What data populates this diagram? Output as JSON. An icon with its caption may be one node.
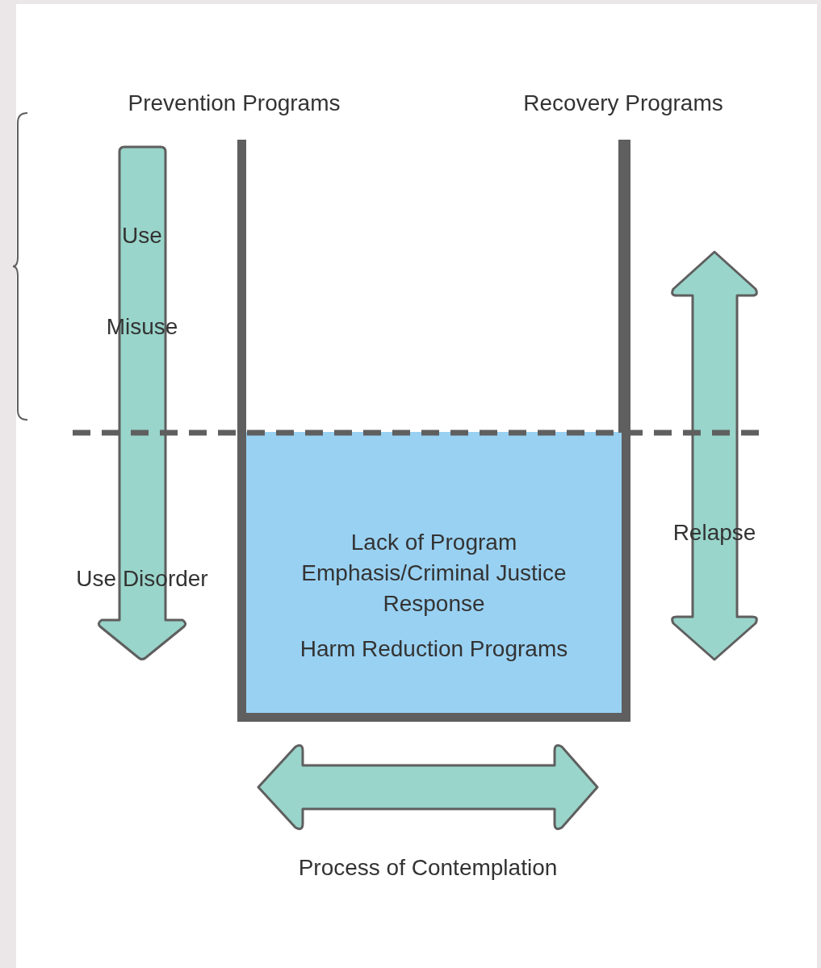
{
  "diagram": {
    "nodes": [
      {
        "text": [
          "Lack of Program Emphasis/Criminal Justice Response",
          "Harm Reduction Programs"
        ]
      }
    ],
    "labels": [
      "Prevention Programs",
      "Recovery Programs",
      "Use",
      "Misuse",
      "Relapse",
      "Use Disorder",
      "Process of Contemplation"
    ]
  }
}
